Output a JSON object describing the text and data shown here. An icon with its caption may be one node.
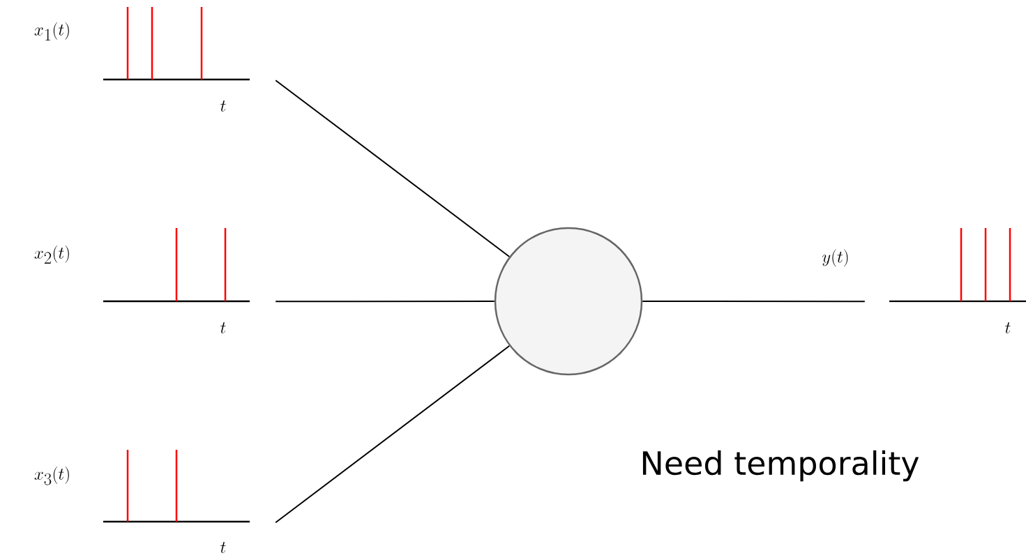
{
  "diagram": {
    "nodes": [
      {
        "text": [
          "x_1(t)",
          "t"
        ]
      },
      {
        "text": [
          "x_2(t)",
          "t"
        ]
      },
      {
        "text": [
          "x_3(t)",
          "t"
        ]
      },
      {
        "text": [],
        "shape": "circle"
      },
      {
        "text": [
          "y(t)",
          "t"
        ]
      }
    ],
    "edges": [
      {
        "from": 0,
        "to": 3,
        "arrow": "none"
      },
      {
        "from": 1,
        "to": 3,
        "arrow": "none"
      },
      {
        "from": 2,
        "to": 3,
        "arrow": "none"
      },
      {
        "from": 3,
        "to": 4,
        "arrow": "none"
      }
    ],
    "labels": [
      "Need temporality"
    ]
  }
}
